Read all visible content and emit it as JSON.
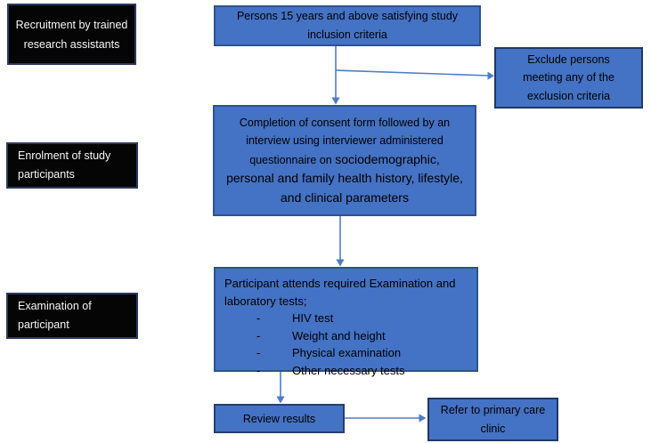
{
  "colors": {
    "node-fill": "#4472C4",
    "node-border": "#2F528F",
    "node-border-dark": "#1F3864",
    "label-fill": "#050505",
    "label-border": "#2B3A5E",
    "arrow": "#4E7CC9",
    "node-text": "#000000",
    "label-text": "#F5F5F5",
    "background": "#FFFFFF"
  },
  "stages": [
    {
      "text": "Recruitment by trained research assistants"
    },
    {
      "text": "Enrolment of study participants"
    },
    {
      "text": "Examination of participant"
    }
  ],
  "nodes": {
    "inclusion": "Persons 15 years and above satisfying study inclusion criteria",
    "exclude": "Exclude persons meeting any of the exclusion criteria",
    "consent_part1": "Completion of consent form followed by an interview using interviewer administered questionnaire on",
    "consent_part2": "sociodemographic, personal and family health history, lifestyle, and clinical parameters",
    "exam_intro": "Participant attends required Examination and laboratory tests;",
    "exam_bullet": "-",
    "exam_items": [
      "HIV test",
      "Weight and height",
      "Physical examination",
      "Other necessary tests"
    ],
    "review": "Review results",
    "refer": "Refer to primary care clinic"
  }
}
